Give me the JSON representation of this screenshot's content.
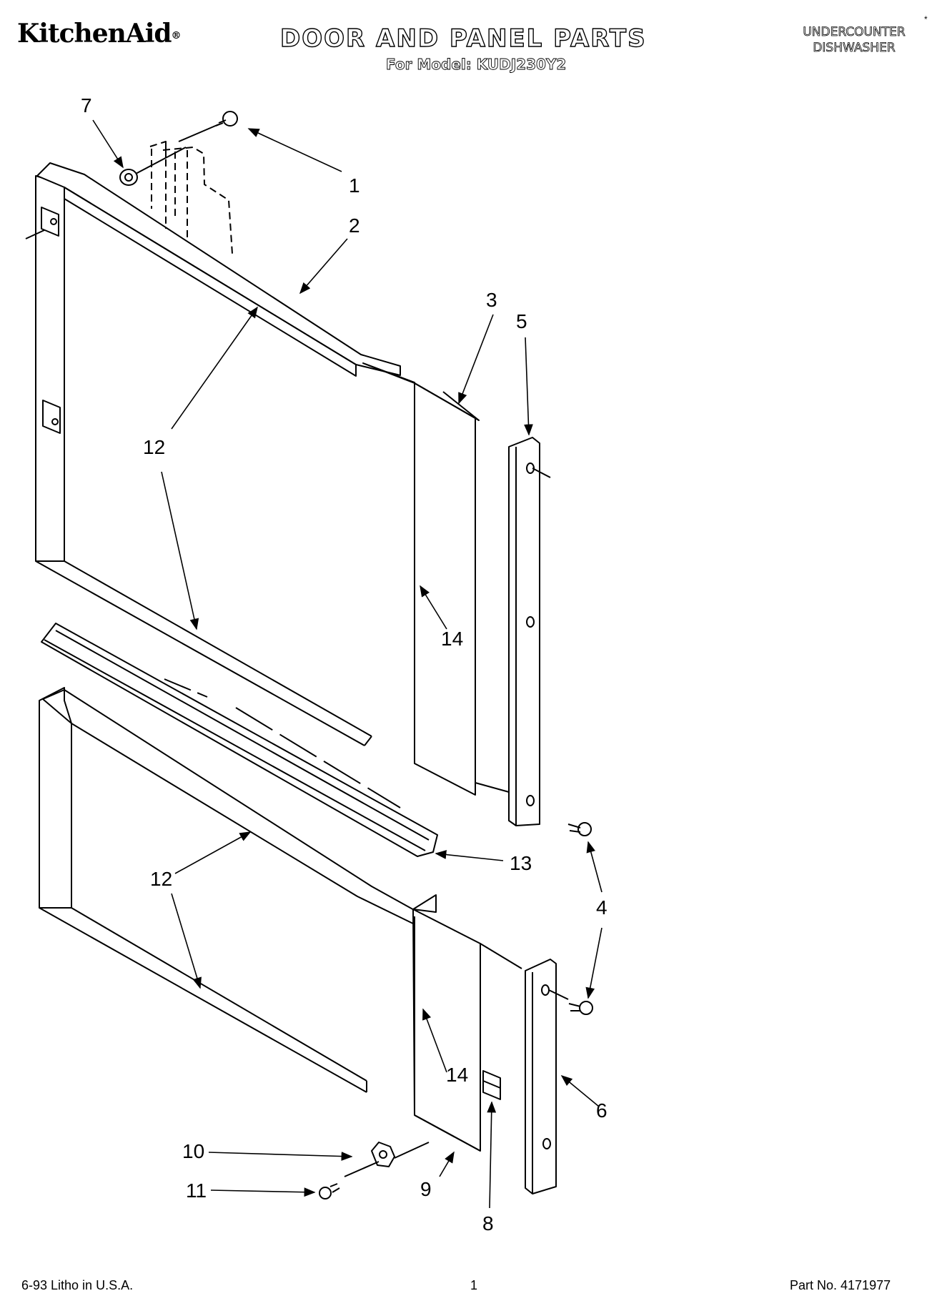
{
  "header": {
    "brand": "KitchenAid",
    "brand_mark": "®",
    "title": "DOOR AND PANEL PARTS",
    "model_line": "For Model: KUDJ230Y2",
    "product_line1": "UNDERCOUNTER",
    "product_line2": "DISHWASHER",
    "corner_mark": "*"
  },
  "callouts": {
    "c1": "1",
    "c2": "2",
    "c3": "3",
    "c4": "4",
    "c5": "5",
    "c6": "6",
    "c7": "7",
    "c8": "8",
    "c9": "9",
    "c10": "10",
    "c11": "11",
    "c12a": "12",
    "c12b": "12",
    "c13": "13",
    "c14a": "14",
    "c14b": "14"
  },
  "footer": {
    "printed": "6-93 Litho in U.S.A.",
    "page": "1",
    "part_no": "Part No. 4171977"
  }
}
